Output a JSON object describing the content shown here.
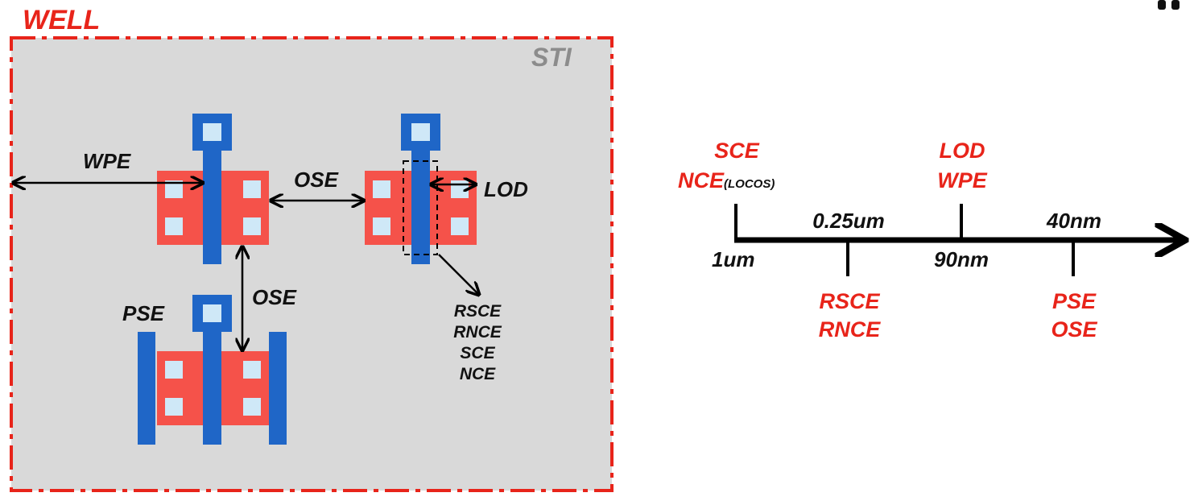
{
  "colors": {
    "well_outline": "#e8241a",
    "sti_fill": "#d9d9d9",
    "sti_text": "#8c8c8c",
    "active_fill": "#f5524a",
    "gate_fill": "#1f66c7",
    "contact_fill": "#cfe8f7",
    "arrow": "#000000",
    "red_text": "#e8241a",
    "black_text": "#111111"
  },
  "layout_diagram": {
    "well_label": "WELL",
    "sti_label": "STI",
    "wpe_label": "WPE",
    "ose_label_horizontal": "OSE",
    "ose_label_vertical": "OSE",
    "lod_label": "LOD",
    "pse_label": "PSE",
    "effects_list": [
      "RSCE",
      "RNCE",
      "SCE",
      "NCE"
    ]
  },
  "timeline": {
    "nodes": [
      {
        "below_label": "1um",
        "top_effects": [
          "SCE"
        ],
        "top_effect_main": "NCE",
        "top_effect_sub": "(LOCOS)"
      },
      {
        "above_label": "0.25um",
        "bottom_effects": [
          "RSCE",
          "RNCE"
        ]
      },
      {
        "below_label": "90nm",
        "top_effects": [
          "LOD",
          "WPE"
        ]
      },
      {
        "above_label": "40nm",
        "bottom_effects": [
          "PSE",
          "OSE"
        ]
      }
    ]
  }
}
